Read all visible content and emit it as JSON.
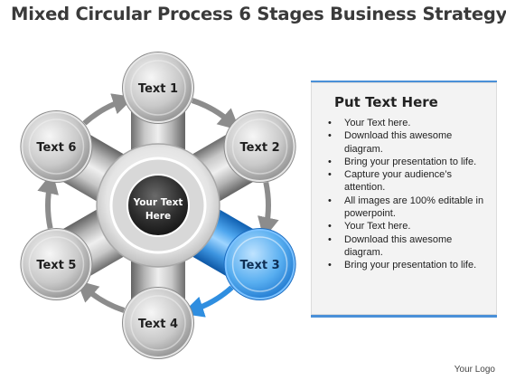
{
  "title": "Mixed Circular Process 6 Stages Business Strategy",
  "center": {
    "line1": "Your Text",
    "line2": "Here"
  },
  "stages": [
    {
      "id": 1,
      "label": "Text 1",
      "highlighted": false
    },
    {
      "id": 2,
      "label": "Text 2",
      "highlighted": false
    },
    {
      "id": 3,
      "label": "Text 3",
      "highlighted": true
    },
    {
      "id": 4,
      "label": "Text 4",
      "highlighted": false
    },
    {
      "id": 5,
      "label": "Text 5",
      "highlighted": false
    },
    {
      "id": 6,
      "label": "Text 6",
      "highlighted": false
    }
  ],
  "panel": {
    "heading": "Put Text Here",
    "bullets": [
      "Your Text here.",
      "Download this awesome diagram.",
      "Bring your presentation to life.",
      "Capture your audience’s attention.",
      "All images are 100% editable in powerpoint.",
      "Your Text here.",
      "Download this awesome diagram.",
      "Bring your presentation to life."
    ]
  },
  "footer": "Your Logo",
  "colors": {
    "highlight": "#2f8ee0",
    "gray": "#9a9a9a",
    "panel_accent": "#4a90d8"
  }
}
